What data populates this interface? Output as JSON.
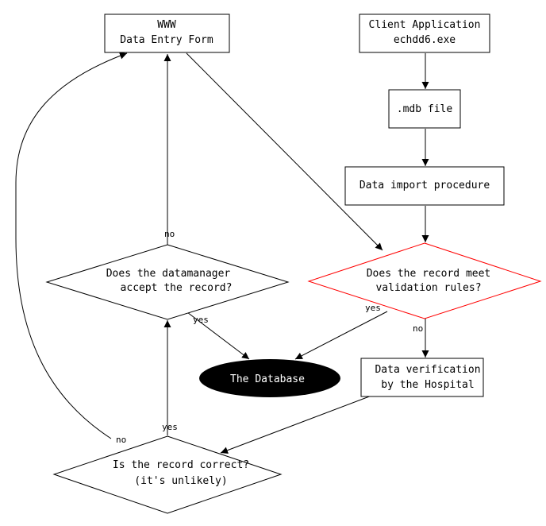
{
  "nodes": {
    "www_form": {
      "line1": "WWW",
      "line2": "Data Entry Form"
    },
    "client_app": {
      "line1": "Client Application",
      "line2": "echdd6.exe"
    },
    "mdb_file": {
      "label": ".mdb file"
    },
    "import_proc": {
      "label": "Data import procedure"
    },
    "validation": {
      "line1": "Does the record meet",
      "line2": "validation rules?",
      "border_color": "#ff0000"
    },
    "datamanager": {
      "line1": "Does the datamanager",
      "line2": "accept the record?"
    },
    "database": {
      "label": "The Database",
      "fill_color": "#000000",
      "text_color": "#ffffff"
    },
    "verification": {
      "line1": "Data verification",
      "line2": "by the Hospital"
    },
    "correct": {
      "line1": "Is the record correct?",
      "line2": "(it's unlikely)"
    }
  },
  "edge_labels": {
    "datamanager_no": "no",
    "datamanager_yes": "yes",
    "validation_yes": "yes",
    "validation_no": "no",
    "correct_yes": "yes",
    "correct_no": "no"
  }
}
